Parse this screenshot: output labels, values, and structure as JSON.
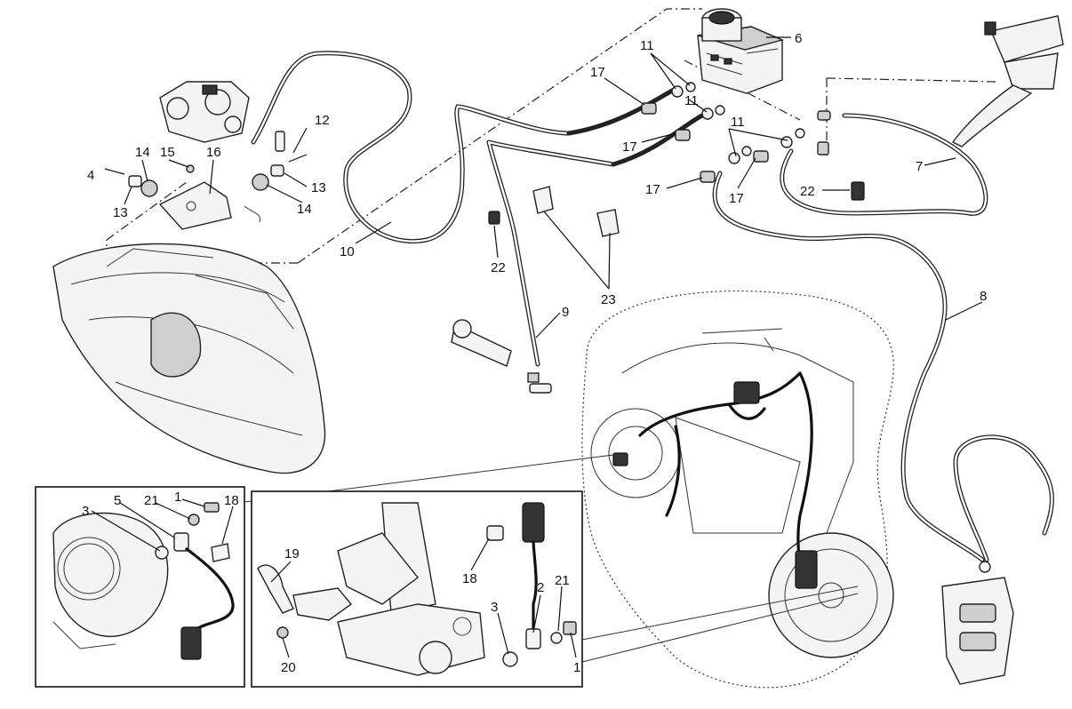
{
  "diagram": {
    "callouts": [
      {
        "id": "c6",
        "text": "6"
      },
      {
        "id": "c11a",
        "text": "11"
      },
      {
        "id": "c11b",
        "text": "11"
      },
      {
        "id": "c11c",
        "text": "11"
      },
      {
        "id": "c17a",
        "text": "17"
      },
      {
        "id": "c17b",
        "text": "17"
      },
      {
        "id": "c17c",
        "text": "17"
      },
      {
        "id": "c17d",
        "text": "17"
      },
      {
        "id": "c12",
        "text": "12"
      },
      {
        "id": "c13a",
        "text": "13"
      },
      {
        "id": "c13b",
        "text": "13"
      },
      {
        "id": "c14a",
        "text": "14"
      },
      {
        "id": "c14b",
        "text": "14"
      },
      {
        "id": "c15",
        "text": "15"
      },
      {
        "id": "c16",
        "text": "16"
      },
      {
        "id": "c4",
        "text": "4"
      },
      {
        "id": "c10",
        "text": "10"
      },
      {
        "id": "c22a",
        "text": "22"
      },
      {
        "id": "c22b",
        "text": "22"
      },
      {
        "id": "c23",
        "text": "23"
      },
      {
        "id": "c9",
        "text": "9"
      },
      {
        "id": "c7",
        "text": "7"
      },
      {
        "id": "c8",
        "text": "8"
      },
      {
        "id": "c1a",
        "text": "1"
      },
      {
        "id": "c18a",
        "text": "18"
      },
      {
        "id": "c21a",
        "text": "21"
      },
      {
        "id": "c5",
        "text": "5"
      },
      {
        "id": "c3a",
        "text": "3"
      },
      {
        "id": "c19",
        "text": "19"
      },
      {
        "id": "c20",
        "text": "20"
      },
      {
        "id": "c18b",
        "text": "18"
      },
      {
        "id": "c2",
        "text": "2"
      },
      {
        "id": "c21b",
        "text": "21"
      },
      {
        "id": "c3b",
        "text": "3"
      },
      {
        "id": "c1b",
        "text": "1"
      }
    ]
  }
}
